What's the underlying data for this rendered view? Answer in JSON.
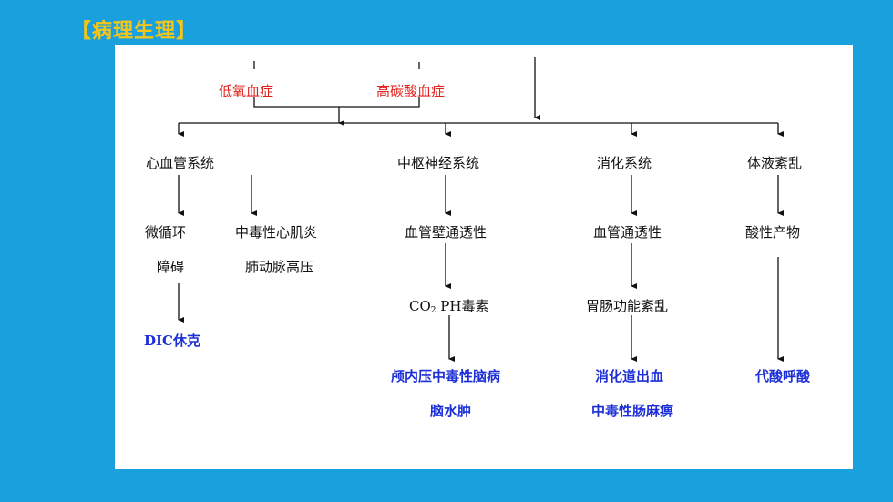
{
  "slide": {
    "title": "【病理生理】"
  },
  "diagram": {
    "top_causes": {
      "hypoxemia": "低氧血症",
      "hypercapnia": "高碳酸血症"
    },
    "systems": {
      "cardio": "心血管系统",
      "cns": "中枢神经系统",
      "digestive": "消化系统",
      "fluid": "体液紊乱"
    },
    "cardio": {
      "micro1": "微循环",
      "micro2": "障碍",
      "myo": "中毒性心肌炎",
      "pah": "肺动脉高压",
      "outcome": "DIC休克"
    },
    "cns": {
      "vessel": "血管壁通透性",
      "co2_main": "CO",
      "co2_sub": "2",
      "co2_rest": " PH毒素",
      "outcome1": "颅内压中毒性脑病",
      "outcome2": "脑水肿"
    },
    "digestive": {
      "vessel": "血管通透性",
      "gi": "胃肠功能紊乱",
      "outcome1": "消化道出血",
      "outcome2": "中毒性肠麻痹"
    },
    "fluid": {
      "acid": "酸性产物",
      "outcome": "代酸呼酸"
    }
  }
}
